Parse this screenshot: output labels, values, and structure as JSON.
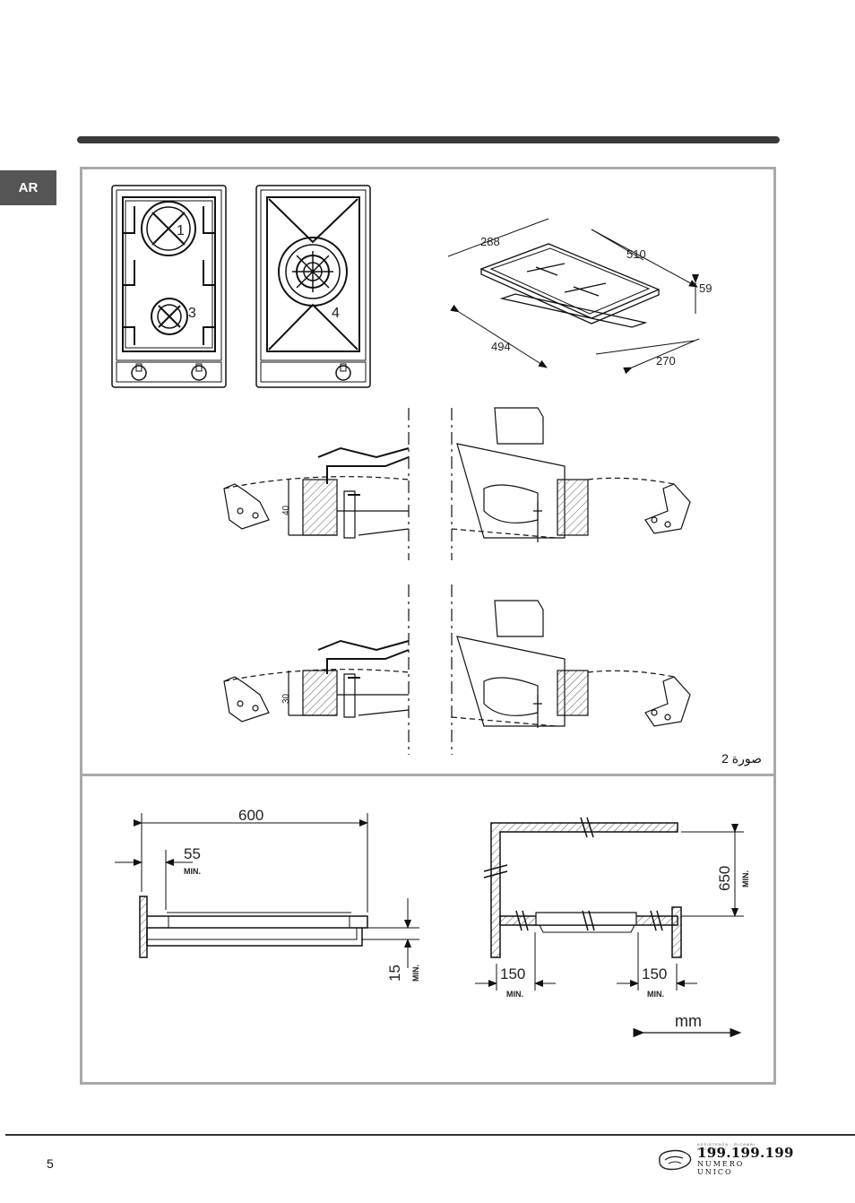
{
  "header": {
    "language_tab": "AR"
  },
  "figure1": {
    "caption": "صورة 2",
    "hob_a_labels": [
      "1",
      "3"
    ],
    "hob_b_labels": [
      "4"
    ],
    "dimensions": {
      "width_top": "288",
      "depth_top": "510",
      "height": "59",
      "cut_width": "494",
      "cut_depth": "270"
    },
    "clamp_heights": [
      "40",
      "30"
    ]
  },
  "figure2": {
    "dim_600": "600",
    "dim_55": "55",
    "dim_15": "15",
    "dim_650": "650",
    "dim_150_left": "150",
    "dim_150_right": "150",
    "min_label": "MIN.",
    "unit": "mm"
  },
  "footer": {
    "page_number": "5",
    "logo_number": "199.199.199",
    "logo_sub": "NUMERO UNICO",
    "logo_top": "ASSISTENZA · RICAMBI · ACCESSORI"
  }
}
